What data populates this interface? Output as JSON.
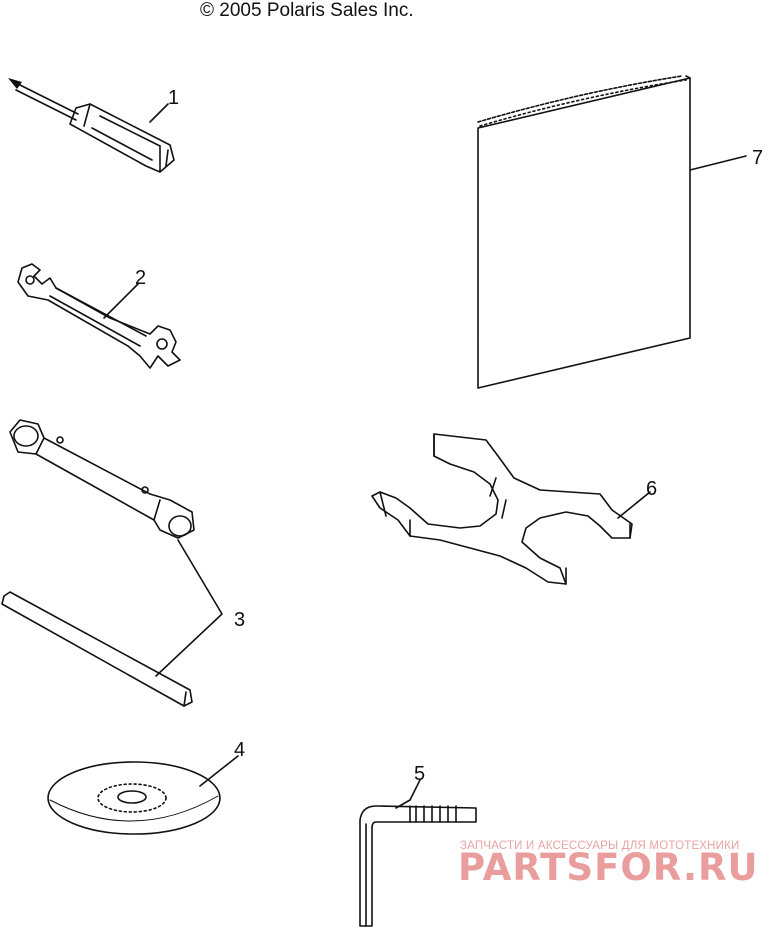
{
  "copyright": "© 2005 Polaris Sales Inc.",
  "callouts": {
    "c1": "1",
    "c2": "2",
    "c3": "3",
    "c4": "4",
    "c5": "5",
    "c6": "6",
    "c7": "7"
  },
  "watermark": {
    "tagline": "ЗАПЧАСТИ И АКСЕССУАРЫ ДЛЯ МОТОТЕХНИКИ",
    "brand": "PARTSFOR.RU"
  },
  "colors": {
    "line": "#111111",
    "watermark": "#e9a3a3"
  }
}
